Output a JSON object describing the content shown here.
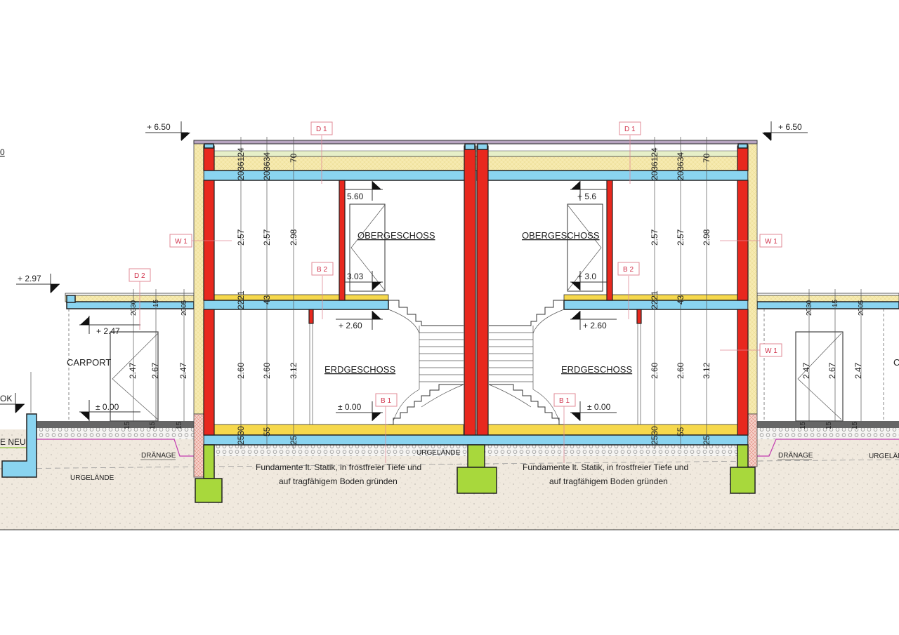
{
  "levels": {
    "top_left": "+ 6.50",
    "top_right": "+ 6.50",
    "carport_roof": "+ 2.97",
    "carport_ceiling": "+ 2.47",
    "carport_floor": "± 0.00",
    "ground_left": "± 0.00",
    "ground_right": "± 0.00",
    "ceiling_left": "+ 2.60",
    "ceiling_right": "+ 2.60",
    "landing_top_left": "5.60",
    "landing_bottom_left": "3.03",
    "landing_top_right": "+ 5.6",
    "landing_bottom_right": "+ 3.0",
    "ok_left": "OK",
    "cut_left": "0"
  },
  "tags": {
    "d1_left": "D 1",
    "d1_right": "D 1",
    "d2": "D 2",
    "w1_left": "W 1",
    "w1_right": "W 1",
    "w1_right_lower": "W 1",
    "b2_left": "B 2",
    "b2_right": "B 2",
    "b1_left": "B 1",
    "b1_right": "B 1"
  },
  "rooms": {
    "og_left": "OBERGESCHOSS",
    "og_right": "OBERGESCHOSS",
    "eg_left": "ERDGESCHOSS",
    "eg_right": "ERDGESCHOSS",
    "carport_left": "CARPORT",
    "carport_right_cut": "C"
  },
  "dims": {
    "roof": [
      "2036124",
      "203634",
      "70"
    ],
    "upper": [
      "2.57",
      "2.57",
      "2.98"
    ],
    "mid": [
      "2221",
      "43"
    ],
    "ground": [
      "2.60",
      "2.60",
      "3.12"
    ],
    "base": [
      "2530",
      "55",
      "25"
    ],
    "carport_roof": [
      "2030",
      "15",
      "2005"
    ],
    "carport_heights": [
      "2.47",
      "2.67",
      "2.47"
    ],
    "carport_base": [
      "15",
      "15",
      "15"
    ]
  },
  "notes": {
    "foundation_line1": "Fundamente lt. Statik, in frostfreier Tiefe und",
    "foundation_line2": "auf tragfähigem Boden gründen",
    "drainage": "DRÄNAGE",
    "urgelaende": "URGELÄNDE",
    "terrain_new": "E NEU"
  },
  "colors": {
    "wall": "#e8281e",
    "slab": "#8ad4f0",
    "screed": "#f6d84c",
    "insulation": "#f6eab0",
    "foundation": "#a8d83c",
    "soil": "#efe8dc"
  }
}
